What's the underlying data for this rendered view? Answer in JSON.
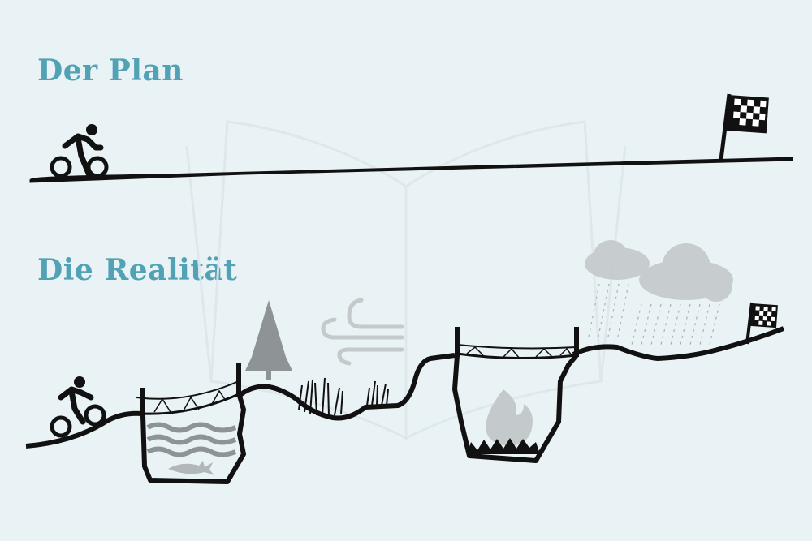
{
  "plan": {
    "title": "Der Plan",
    "elements": [
      "cyclist-icon",
      "straight-road",
      "finish-flag-icon"
    ]
  },
  "reality": {
    "title": "Die Realität",
    "elements": [
      "cyclist-icon",
      "rope-bridge",
      "water-pit",
      "shark-icon",
      "pine-tree-icon",
      "wind-icon",
      "grass",
      "rope-bridge",
      "fire-pit",
      "fire-icon",
      "rain-clouds-icon",
      "finish-flag-icon"
    ]
  },
  "colors": {
    "background": "#e9f2f5",
    "title": "#52a2b6",
    "ink": "#111111",
    "gray": "#8e9496",
    "light_gray": "#c4c9cb"
  }
}
